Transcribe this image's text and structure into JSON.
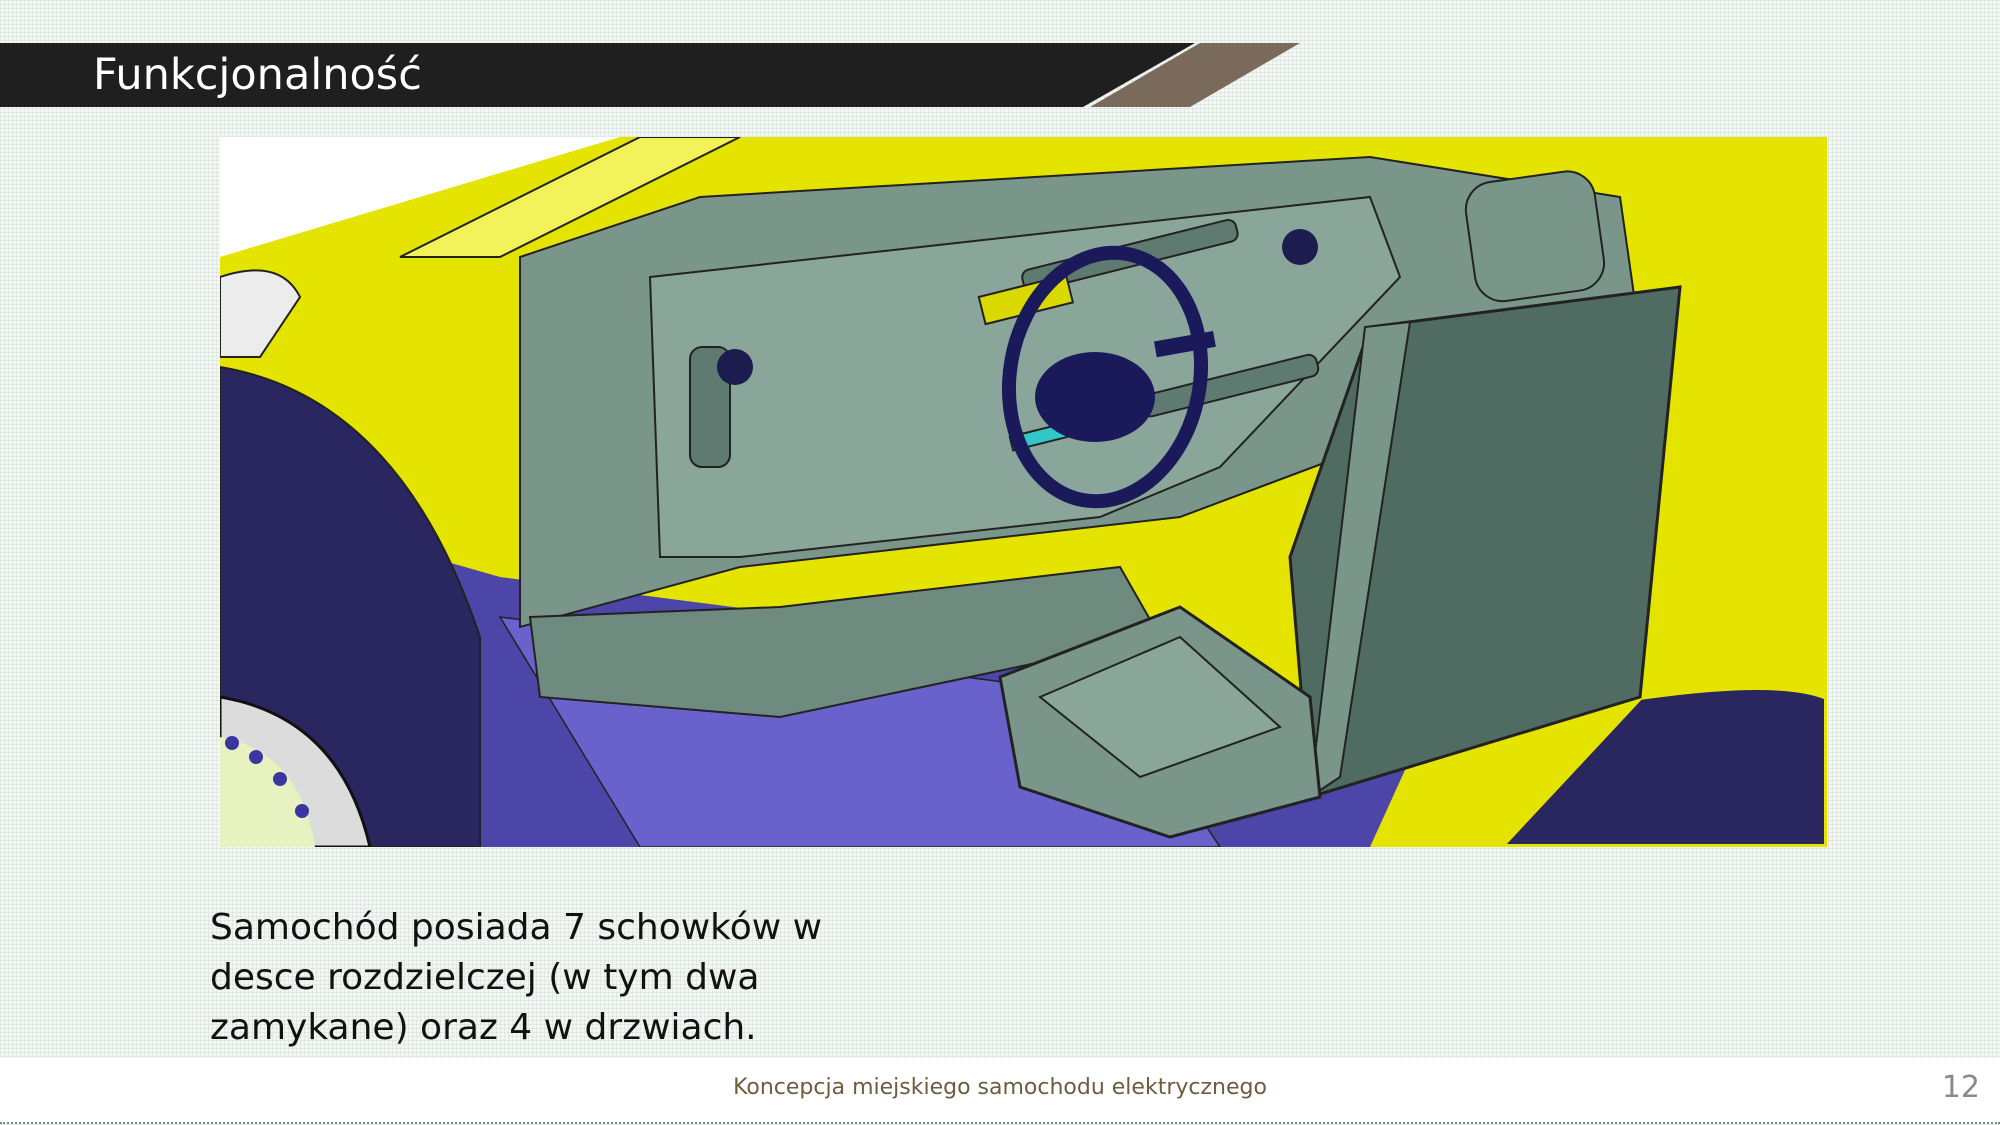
{
  "slide": {
    "title": "Funkcjonalność",
    "body_text": "Samochód posiada 7 schowków w desce rozdzielczej (w tym dwa zamykane) oraz 4 w drzwiach.",
    "footer": "Koncepcja miejskiego samochodu elektrycznego",
    "page_number": "12"
  },
  "image": {
    "subject": "car-interior-cad-render"
  },
  "colors": {
    "title_bar": "#1f1f1f",
    "title_accent": "#7a6a5c",
    "car_body": "#e6e600",
    "dashboard": "#7a968a",
    "floor": "#4c46a8",
    "steering_wheel": "#1a1a5a"
  }
}
